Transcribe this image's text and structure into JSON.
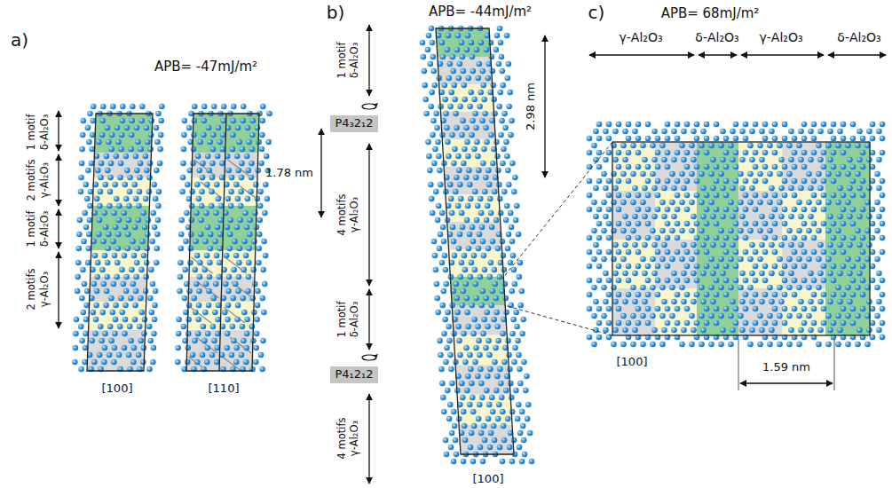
{
  "diagram": {
    "nodes": [
      {
        "text": [
          "P4₃2₁2"
        ]
      },
      {
        "text": [
          "P4₁2₁2"
        ]
      }
    ],
    "labels": [
      "a)",
      "APB= -47mJ/m²",
      "1 motif",
      "δ-Al₂O₃",
      "2 motifs",
      "γ-Al₂O₃",
      "1 motif",
      "δ-Al₂O₃",
      "2 motifs",
      "γ-Al₂O₃",
      "1.78 nm",
      "[100]",
      "[110]",
      "b)",
      "APB= -44mJ/m²",
      "1 motif",
      "δ-Al₂O₃",
      "4 motifs",
      "γ-Al₂O₃",
      "1 motif",
      "δ-Al₂O₃",
      "4 motifs",
      "γ-Al₂O₃",
      "2.98 nm",
      "[100]",
      "c)",
      "APB= 68mJ/m²",
      "γ-Al₂O₃",
      "δ-Al₂O₃",
      "γ-Al₂O₃",
      "δ-Al₂O₃",
      "[100]",
      "1.59 nm"
    ]
  }
}
